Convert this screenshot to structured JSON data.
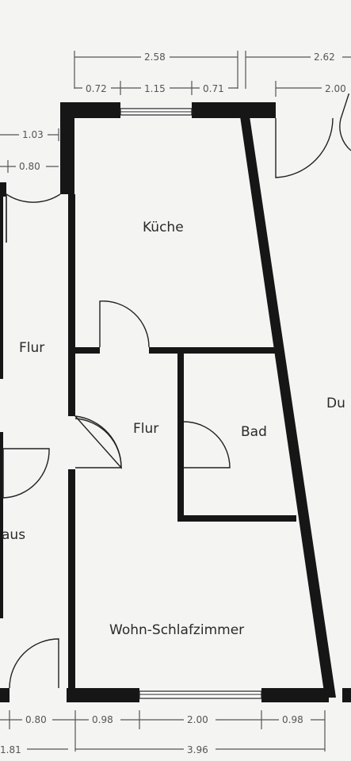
{
  "rooms": {
    "kueche": "Küche",
    "flur_left": "Flur",
    "flur_center": "Flur",
    "bad": "Bad",
    "dusche_partial": "Du",
    "haus_partial": "aus",
    "wohn": "Wohn-Schlafzimmer"
  },
  "dimensions": {
    "top_total_1": "2.58",
    "top_total_2": "2.62",
    "top_seg_1": "0.72",
    "top_seg_2": "1.15",
    "top_seg_3": "0.71",
    "top_seg_4": "2.00",
    "left_1": "1.03",
    "left_2": "0.80",
    "bottom_seg_1": "0.80",
    "bottom_seg_2": "0.98",
    "bottom_seg_3": "2.00",
    "bottom_seg_4": "0.98",
    "bottom_total_1": "1.81",
    "bottom_total_2": "3.96"
  }
}
